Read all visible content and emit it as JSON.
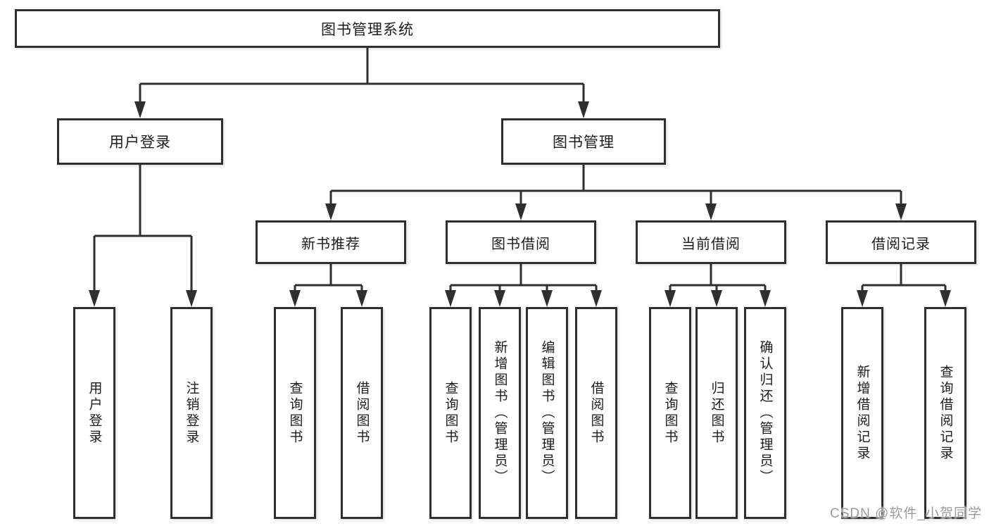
{
  "colors": {
    "line": "#2f2f2f",
    "text": "#1c1c1c",
    "background": "#ffffff",
    "watermark": "#9b9b9b"
  },
  "watermark": {
    "text": "CSDN @软件_小贺同学"
  },
  "tree": {
    "root": {
      "label": "图书管理系统"
    },
    "branches": {
      "user_login": {
        "label": "用户登录",
        "leaves": [
          "用户登录",
          "注销登录"
        ]
      },
      "book_management": {
        "label": "图书管理",
        "sections": [
          {
            "label": "新书推荐",
            "leaves": [
              "查询图书",
              "借阅图书"
            ]
          },
          {
            "label": "图书借阅",
            "leaves": [
              "查询图书",
              "新增图书（管理员）",
              "编辑图书（管理员）",
              "借阅图书"
            ]
          },
          {
            "label": "当前借阅",
            "leaves": [
              "查询图书",
              "归还图书",
              "确认归还（管理员）"
            ]
          },
          {
            "label": "借阅记录",
            "leaves": [
              "新增借阅记录",
              "查询借阅记录"
            ]
          }
        ]
      }
    }
  }
}
